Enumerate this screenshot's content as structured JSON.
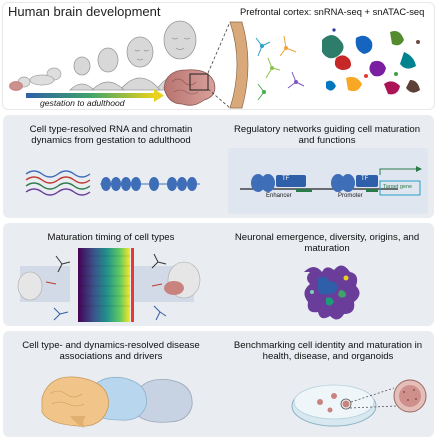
{
  "header": {
    "title": "Human brain development",
    "timeline_label": "gestation to adulthood",
    "pfc_title": "Prefrontal cortex: snRNA-seq + snATAC-seq"
  },
  "panels": [
    {
      "id": "rna-chromatin",
      "label": "Cell type-resolved RNA and chromatin dynamics from gestation to adulthood"
    },
    {
      "id": "regulatory-networks",
      "label": "Regulatory networks guiding cell maturation and functions"
    },
    {
      "id": "maturation-timing",
      "label": "Maturation timing of cell types"
    },
    {
      "id": "neuronal-emergence",
      "label": "Neuronal emergence, diversity, origins, and maturation"
    },
    {
      "id": "disease",
      "label": "Cell type- and dynamics-resolved disease associations and drivers"
    },
    {
      "id": "benchmarking",
      "label": "Benchmarking cell identity and maturation in health, disease, and organoids"
    }
  ],
  "grn": {
    "tf1": "TF",
    "tf2": "TF",
    "enhancer": "Enhancer",
    "promoter": "Promoter",
    "target": "Target gene"
  },
  "colors": {
    "panel_bg": "#e9ecf1",
    "arrow_start": "#2f5fa8",
    "arrow_end": "#e8d21c",
    "brain_pink": "#c9837f",
    "nucleosome": "#3f6eb8"
  }
}
